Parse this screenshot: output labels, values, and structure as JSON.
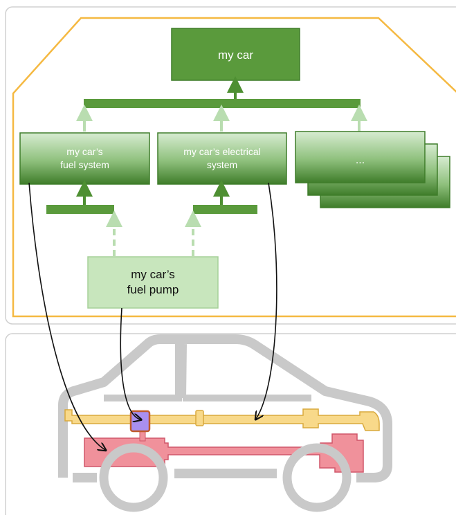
{
  "hierarchy": {
    "root_label": "my car",
    "fuel_system_label": "my car’s\nfuel system",
    "electrical_system_label": "my car’s electrical\nsystem",
    "more_label": "...",
    "fuel_pump_label": "my car’s\nfuel pump"
  },
  "colors": {
    "dark_green": "#5a9a3c",
    "light_green_arrow": "#b9ddb0",
    "pump_box": "#c8e6bd",
    "outline_orange": "#f5b942",
    "car_frame_gray": "#c9c9c9",
    "fuel_tank_red": "#f0919b",
    "electrical_yellow": "#f8d98a",
    "pump_purple": "#a98ff0"
  }
}
